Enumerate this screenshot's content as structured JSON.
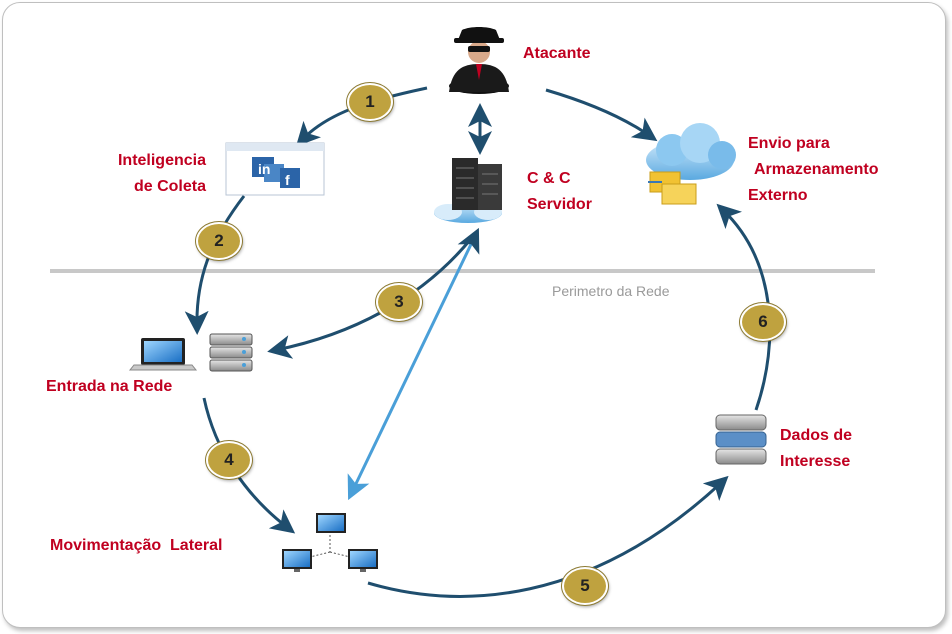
{
  "nodes": {
    "attacker": "Atacante",
    "intel_line1": "Inteligencia",
    "intel_line2": "de Coleta",
    "cc_line1": "C & C",
    "cc_line2": "Servidor",
    "storage_line1": "Envio para",
    "storage_line2": "Armazenamento",
    "storage_line3": "Externo",
    "entry": "Entrada na Rede",
    "lateral": "Movimentação  Lateral",
    "data_line1": "Dados de",
    "data_line2": "Interesse"
  },
  "perimeter_label": "Perimetro da Rede",
  "steps": [
    "1",
    "2",
    "3",
    "4",
    "5",
    "6"
  ],
  "colors": {
    "label": "#c00020",
    "arrow": "#1f4e6e",
    "cc_link": "#4a9fd8",
    "badge": "#bfa23f",
    "perimeter_line": "#c8c8c8"
  },
  "icons": [
    "spy-icon",
    "browser-social-icon",
    "server-rack-icon",
    "cloud-storage-icon",
    "laptop-icon",
    "server-stack-icon",
    "network-computers-icon",
    "database-icon"
  ]
}
